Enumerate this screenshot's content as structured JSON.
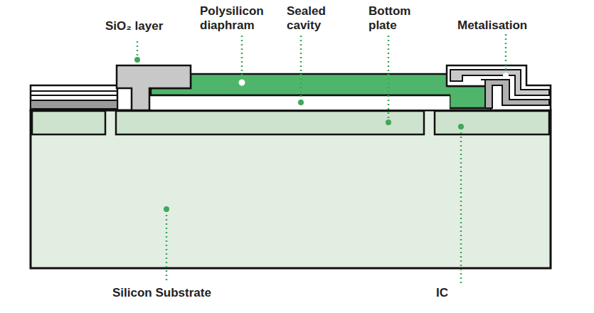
{
  "diagram": {
    "labels": [
      "SiO₂ layer",
      "Polysilicon diaphram",
      "Sealed cavity",
      "Bottom plate",
      "Metalisation",
      "Silicon Substrate",
      "IC"
    ]
  }
}
